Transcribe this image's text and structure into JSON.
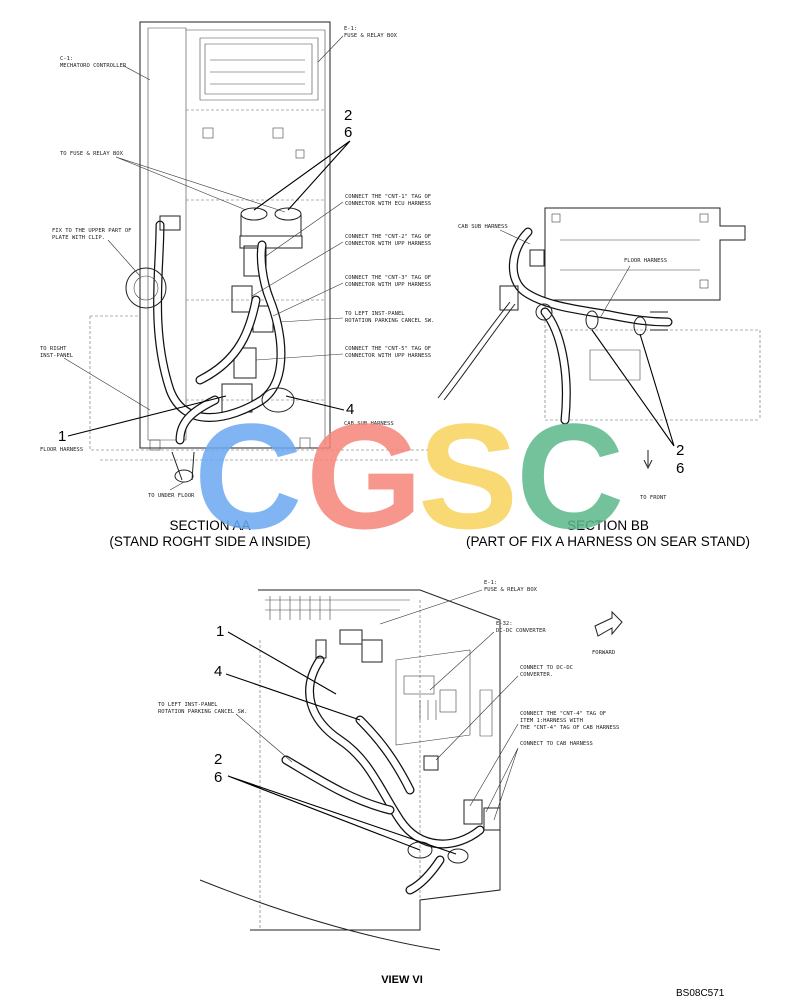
{
  "labels": {
    "c1": "C-1:",
    "c1_sub": "MECHATORO CONTROLLER",
    "e1": "E-1:",
    "e1_sub": "FUSE & RELAY BOX",
    "to_fuse": "TO FUSE & RELAY BOX",
    "fix_upper_1": "FIX TO THE UPPER PART OF",
    "fix_upper_2": "PLATE WITH CLIP.",
    "to_right_1": "TO RIGHT",
    "to_right_2": "INST-PANEL",
    "floor_harness": "FLOOR HARNESS",
    "to_under_floor": "TO UNDER FLOOR",
    "cnt1_1": "CONNECT THE \"CNT-1\" TAG OF",
    "cnt1_2": "CONNECTOR WITH ECU HARNESS",
    "cnt2_1": "CONNECT THE \"CNT-2\" TAG OF",
    "cnt2_2": "CONNECTOR WITH UPP HARNESS",
    "cnt3_1": "CONNECT THE \"CNT-3\" TAG OF",
    "cnt3_2": "CONNECTOR WITH UPP HARNESS",
    "left_inst_1": "TO LEFT INST-PANEL",
    "left_inst_2": "ROTATION PARKING CANCEL SW.",
    "cnt5_1": "CONNECT THE \"CNT-5\" TAG OF",
    "cnt5_2": "CONNECTOR WITH UPP HARNESS",
    "cab_sub": "CAB SUB HARNESS",
    "cab_sub_bb": "CAB SUB HARNESS",
    "floor_harness_bb": "FLOOR HARNESS",
    "to_front": "TO FRONT",
    "e1_v": "E-1:",
    "e1_v_sub": "FUSE & RELAY BOX",
    "e32": "E-32:",
    "e32_sub": "DC-DC CONVERTER",
    "forward": "FORWARD",
    "dcdc_1": "CONNECT TO DC-DC",
    "dcdc_2": "CONVERTER.",
    "cnt4_1": "CONNECT THE \"CNT-4\" TAG OF",
    "cnt4_2": "ITEM 1:HARNESS WITH",
    "cnt4_3": "THE \"CNT-4\" TAG OF CAB HARNESS",
    "cab_conn": "CONNECT TO CAB HARNESS",
    "left_inst_v_1": "TO LEFT INST-PANEL",
    "left_inst_v_2": "ROTATION PARKING CANCEL SW."
  },
  "callouts": {
    "a_2": "2",
    "a_6": "6",
    "a_1": "1",
    "a_4": "4",
    "b_2": "2",
    "b_6": "6",
    "v_1": "1",
    "v_4": "4",
    "v_2": "2",
    "v_6": "6"
  },
  "headings": {
    "section_aa": "SECTION AA",
    "section_aa_sub": "(STAND ROGHT SIDE A INSIDE)",
    "section_bb": "SECTION BB",
    "section_bb_sub": "(PART OF FIX A HARNESS ON SEAR STAND)",
    "view": "VIEW VI"
  },
  "ref_code": "BS08C571",
  "watermark": {
    "letters": [
      "C",
      "G",
      "S",
      "C"
    ],
    "colors": [
      "#6aa8f0",
      "#f5847a",
      "#f7d35c",
      "#5cb88a"
    ]
  }
}
